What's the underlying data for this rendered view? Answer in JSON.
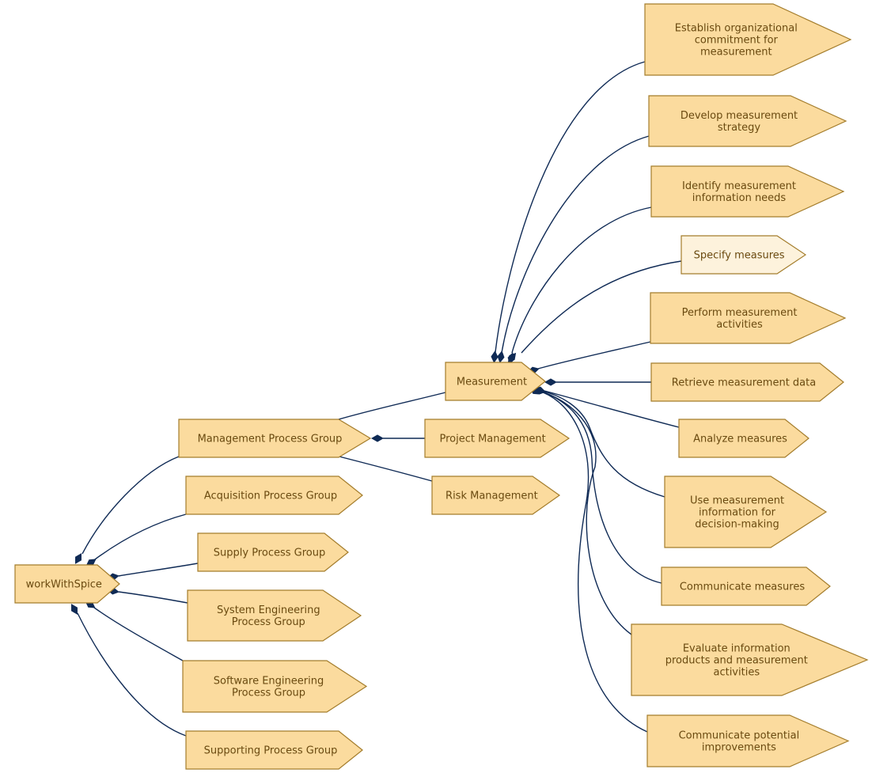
{
  "colors": {
    "node_fill": "#fbdb9e",
    "node_fill_highlight": "#fdf2dc",
    "node_stroke": "#a47d2c",
    "node_text": "#6a4a10",
    "edge": "#0f2a55"
  },
  "nodes": {
    "root": {
      "label": "workWithSpice"
    },
    "mgmt": {
      "label": "Management Process Group"
    },
    "acq": {
      "label": "Acquisition Process Group"
    },
    "supply": {
      "label": "Supply Process Group"
    },
    "syseng": {
      "label": "System Engineering Process Group"
    },
    "sweng": {
      "label": "Software Engineering Process Group"
    },
    "supp": {
      "label": "Supporting Process Group"
    },
    "meas": {
      "label": "Measurement"
    },
    "pm": {
      "label": "Project Management"
    },
    "risk": {
      "label": "Risk Management"
    },
    "m1": {
      "label": "Establish organizational commitment for measurement"
    },
    "m2": {
      "label": "Develop measurement strategy"
    },
    "m3": {
      "label": "Identify measurement information needs"
    },
    "m4": {
      "label": "Specify measures"
    },
    "m5": {
      "label": "Perform measurement activities"
    },
    "m6": {
      "label": "Retrieve measurement data"
    },
    "m7": {
      "label": "Analyze measures"
    },
    "m8": {
      "label": "Use measurement information for decision-making"
    },
    "m9": {
      "label": "Communicate measures"
    },
    "m10": {
      "label": "Evaluate information products and measurement activities"
    },
    "m11": {
      "label": "Communicate potential improvements"
    }
  },
  "edges": [
    {
      "from": "root",
      "to": "mgmt"
    },
    {
      "from": "root",
      "to": "acq"
    },
    {
      "from": "root",
      "to": "supply"
    },
    {
      "from": "root",
      "to": "syseng"
    },
    {
      "from": "root",
      "to": "sweng"
    },
    {
      "from": "root",
      "to": "supp"
    },
    {
      "from": "mgmt",
      "to": "meas"
    },
    {
      "from": "mgmt",
      "to": "pm"
    },
    {
      "from": "mgmt",
      "to": "risk"
    },
    {
      "from": "meas",
      "to": "m1"
    },
    {
      "from": "meas",
      "to": "m2"
    },
    {
      "from": "meas",
      "to": "m3"
    },
    {
      "from": "meas",
      "to": "m4"
    },
    {
      "from": "meas",
      "to": "m5"
    },
    {
      "from": "meas",
      "to": "m6"
    },
    {
      "from": "meas",
      "to": "m7"
    },
    {
      "from": "meas",
      "to": "m8"
    },
    {
      "from": "meas",
      "to": "m9"
    },
    {
      "from": "meas",
      "to": "m10"
    },
    {
      "from": "meas",
      "to": "m11"
    }
  ]
}
